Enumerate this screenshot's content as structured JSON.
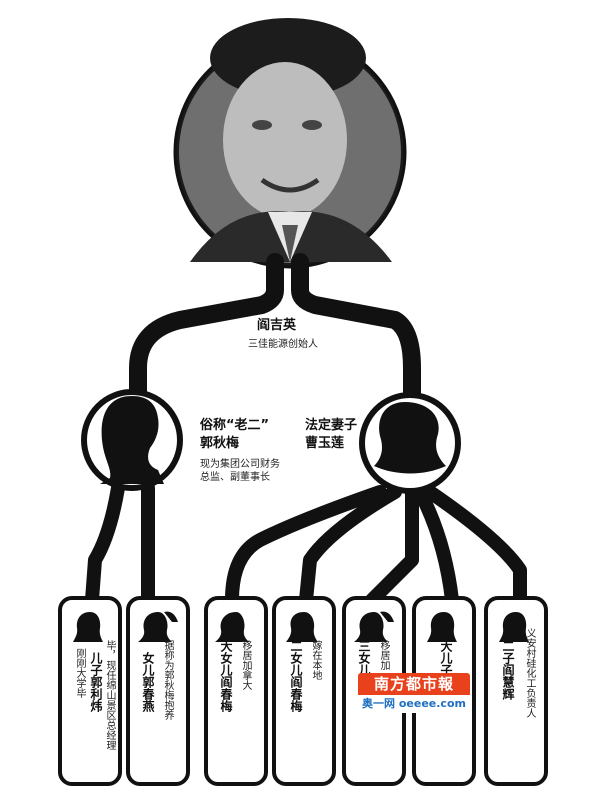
{
  "root": {
    "name": "阎吉英",
    "note": "三佳能源创始人"
  },
  "spouses": {
    "left": {
      "name_line1": "俗称“老二”",
      "name_line2": "郭秋梅",
      "note_line1": "现为集团公司财务",
      "note_line2": "总监、副董事长"
    },
    "right": {
      "name_line1": "法定妻子",
      "name_line2": "曹玉莲"
    }
  },
  "children": [
    {
      "name": "儿子郭利炜",
      "note": "毕，现任绵山景区总经理",
      "note2": "刚刚大学毕",
      "icon": "male-silhouette-icon"
    },
    {
      "name": "女儿郭春燕",
      "note": "据称为郭秋梅抱养",
      "icon": "female-silhouette-icon"
    },
    {
      "name": "大女儿阎春梅",
      "note": "移居加拿大",
      "icon": "female-silhouette-icon"
    },
    {
      "name": "二女儿阎春梅",
      "note": "嫁在本地",
      "icon": "female-silhouette-icon"
    },
    {
      "name": "三女儿阎冬梅",
      "note": "移居加",
      "icon": "female-silhouette-icon"
    },
    {
      "name": "大儿子",
      "note": "",
      "icon": "male-silhouette-icon"
    },
    {
      "name": "二子阎慧辉",
      "note": "义安村硅化工负责人",
      "icon": "male-silhouette-icon"
    }
  ],
  "watermark": {
    "line1": "南方都市報",
    "line2": "奥一网 oeeee.com"
  },
  "colors": {
    "line": "#111111",
    "card": "#ffffff",
    "stamp": "#e8411c"
  }
}
